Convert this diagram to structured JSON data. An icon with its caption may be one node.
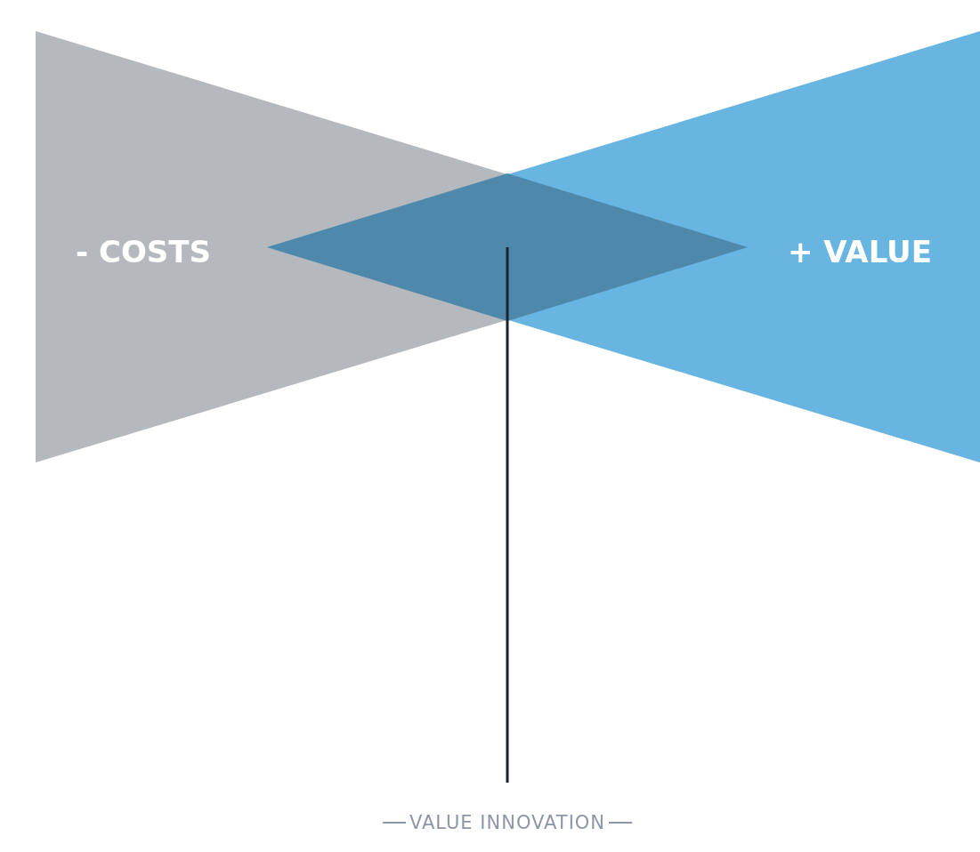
{
  "diagram": {
    "nodes": [
      {
        "text": [
          "- COSTS"
        ]
      },
      {
        "text": [
          "+ VALUE"
        ]
      },
      {
        "text": [],
        "shape": "diamond"
      },
      {
        "text": [
          "VALUE INNOVATION"
        ]
      }
    ],
    "edges": [
      {
        "from": 3,
        "to": 2,
        "arrow": "none"
      }
    ]
  }
}
